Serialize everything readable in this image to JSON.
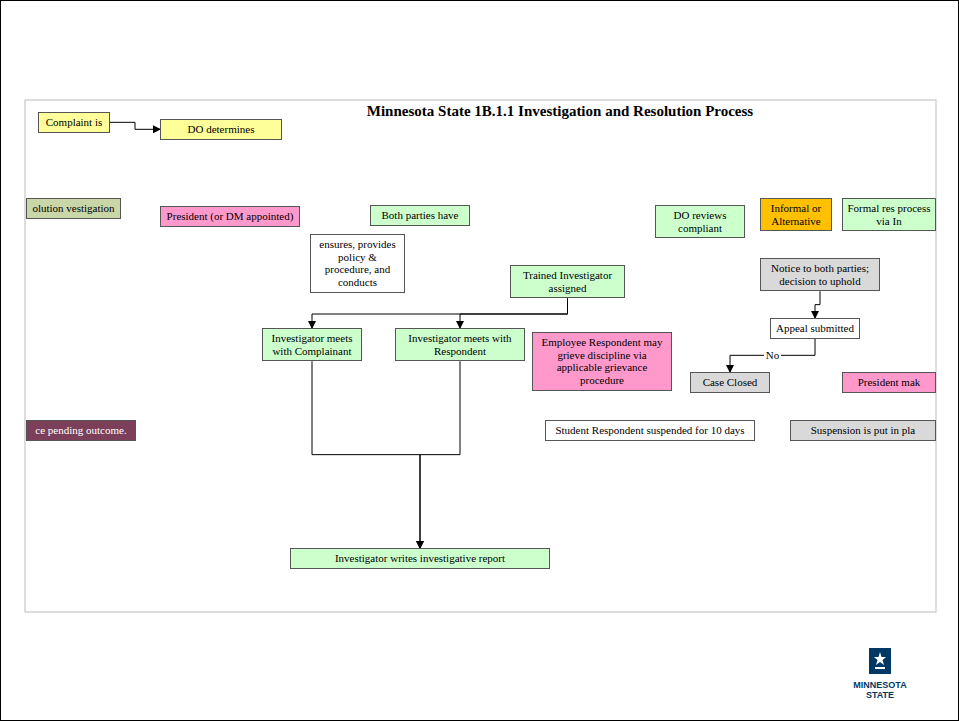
{
  "diagram": {
    "title": "Minnesota State 1B.1.1 Investigation and Resolution Process",
    "nodes": [
      {
        "text": [
          "Complaint is"
        ]
      },
      {
        "text": [
          "DO determines"
        ]
      },
      {
        "text": [
          "olution vestigation"
        ]
      },
      {
        "text": [
          "President (or DM appointed)"
        ]
      },
      {
        "text": [
          "Both parties have"
        ]
      },
      {
        "text": [
          "ensures, provides policy & procedure, and conducts"
        ]
      },
      {
        "text": [
          "DO reviews compliant"
        ]
      },
      {
        "text": [
          "Informal or Alternative"
        ]
      },
      {
        "text": [
          "Formal res process via In"
        ]
      },
      {
        "text": [
          "Trained Investigator assigned"
        ]
      },
      {
        "text": [
          "Notice to both parties; decision to uphold"
        ]
      },
      {
        "text": [
          "Appeal submitted"
        ]
      },
      {
        "text": [
          "Investigator meets with Complainant"
        ]
      },
      {
        "text": [
          "Investigator meets with Respondent"
        ]
      },
      {
        "text": [
          "Employee Respondent may grieve discipline via applicable grievance procedure"
        ]
      },
      {
        "text": [
          "Case Closed"
        ]
      },
      {
        "text": [
          "President mak"
        ]
      },
      {
        "text": [
          "ce pending outcome."
        ]
      },
      {
        "text": [
          "Student Respondent suspended for 10 days"
        ]
      },
      {
        "text": [
          "Suspension is put in pla"
        ]
      },
      {
        "text": [
          "Investigator writes investigative report"
        ]
      }
    ],
    "edges": [
      {
        "from": 0,
        "to": 1,
        "arrow": "to"
      },
      {
        "from": 9,
        "to": 12,
        "arrow": "to"
      },
      {
        "from": 9,
        "to": 13,
        "arrow": "to"
      },
      {
        "from": 12,
        "to": 20,
        "arrow": "to"
      },
      {
        "from": 13,
        "to": 20,
        "arrow": "to"
      },
      {
        "from": 11,
        "to": 15,
        "label": "No",
        "arrow": "to"
      },
      {
        "from": 10,
        "to": 11,
        "arrow": "to"
      }
    ],
    "labels": [
      "MINNESOTA STATE"
    ]
  }
}
